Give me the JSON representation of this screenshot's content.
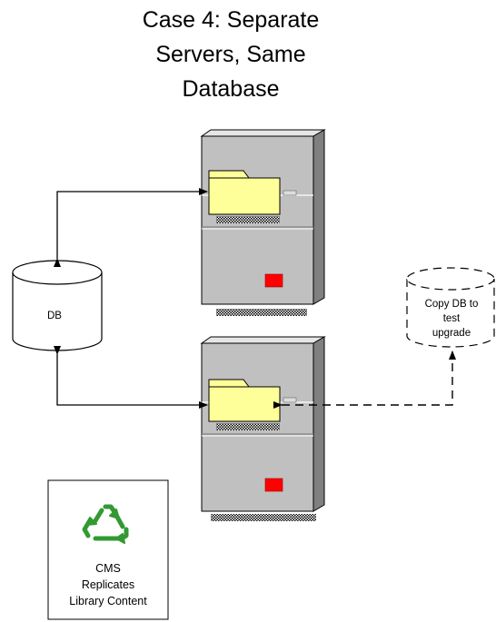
{
  "title": {
    "lines": [
      "Case 4: Separate",
      "Servers, Same",
      "Database"
    ]
  },
  "db_cylinder": {
    "label": "DB"
  },
  "copy_db_cylinder": {
    "lines": [
      "Copy DB to",
      "test",
      "upgrade"
    ]
  },
  "cms_note": {
    "lines": [
      "CMS",
      "Replicates",
      "Library Content"
    ],
    "icon": "recycle-icon"
  },
  "servers": [
    {
      "name": "server-top",
      "icon": "folder-icon"
    },
    {
      "name": "server-bottom",
      "icon": "folder-icon"
    }
  ],
  "colors": {
    "folder_fill": "#ffff99",
    "tower_face": "#c0c0c0",
    "tower_side": "#808080",
    "indicator": "#ff0000",
    "recycle": "#339933"
  }
}
